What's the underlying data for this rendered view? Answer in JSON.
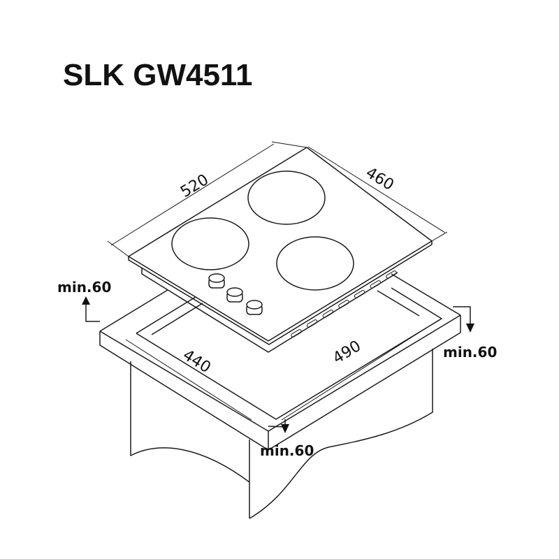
{
  "title": "SLK GW4511",
  "dimensions": {
    "hob_width": "520",
    "hob_depth": "460",
    "cutout_depth": "440",
    "cutout_width": "490"
  },
  "clearances": {
    "left": "min.60",
    "right": "min.60",
    "front": "min.60"
  }
}
